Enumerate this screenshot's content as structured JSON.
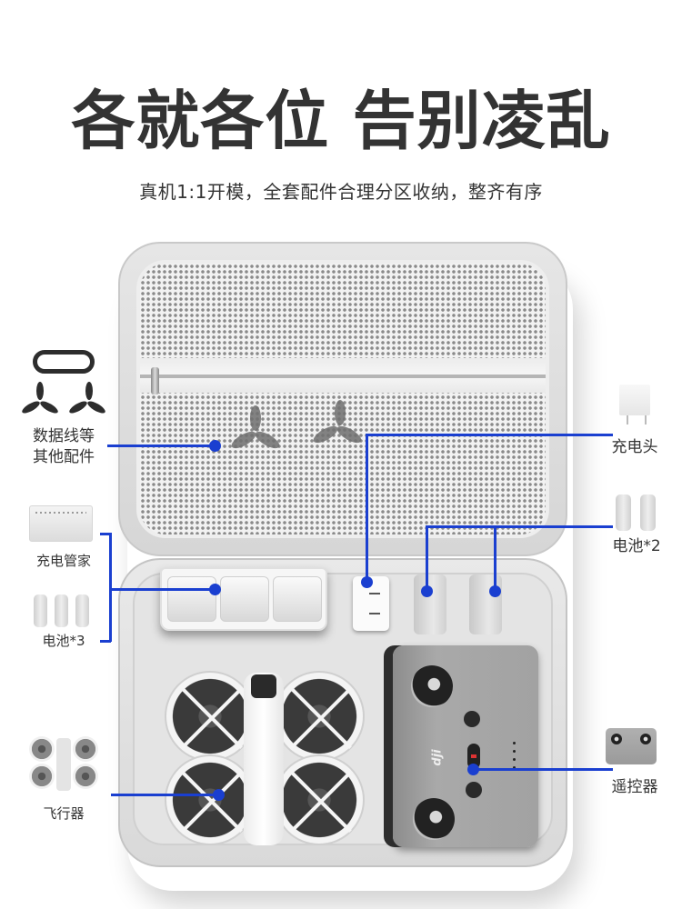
{
  "hero": {
    "headline": "各就各位 告别凌乱",
    "subheadline": "真机1:1开模，全套配件合理分区收纳，整齐有序"
  },
  "callouts": {
    "cables_accessories": {
      "line1": "数据线等",
      "line2": "其他配件",
      "target": "lid mesh pocket"
    },
    "charging_hub": {
      "label": "充电管家",
      "target": "battery charging hub tray"
    },
    "batteries_3": {
      "label": "电池*3",
      "target": "battery charging hub tray"
    },
    "aircraft": {
      "label": "飞行器",
      "target": "drone compartment"
    },
    "charger": {
      "label": "充电头",
      "target": "charger slot"
    },
    "batteries_2": {
      "label": "电池*2",
      "target": "spare battery slots"
    },
    "remote": {
      "label": "遥控器",
      "target": "remote controller compartment"
    }
  },
  "product": {
    "brand_mark": "dji"
  },
  "colors": {
    "callout_blue": "#1a3fd0",
    "headline_text": "#333333",
    "case_grey": "#e0e0e0",
    "remote_grey": "#a2a2a2"
  }
}
